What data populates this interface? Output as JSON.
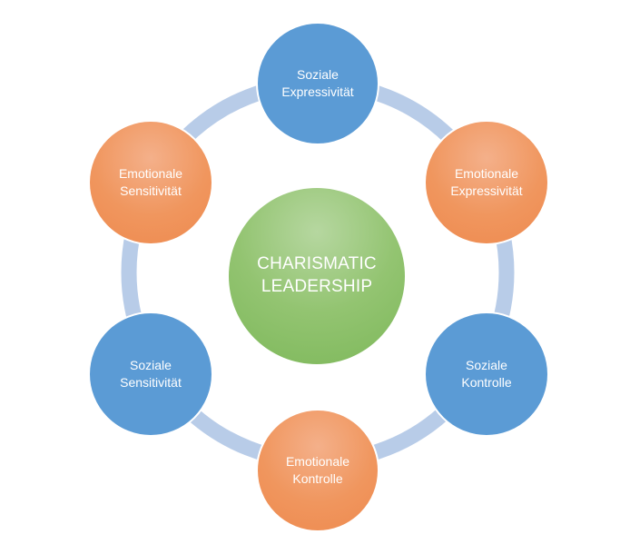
{
  "diagram": {
    "center": {
      "label": "CHARISMATIC\nLEADERSHIP"
    },
    "nodes": [
      {
        "id": "soziale-expressivitaet",
        "label": "Soziale\nExpressivität",
        "color": "#5b9bd5"
      },
      {
        "id": "emotionale-expressivitaet",
        "label": "Emotionale\nExpressivität",
        "color": "#f0965e"
      },
      {
        "id": "soziale-kontrolle",
        "label": "Soziale\nKontrolle",
        "color": "#5b9bd5"
      },
      {
        "id": "emotionale-kontrolle",
        "label": "Emotionale\nKontrolle",
        "color": "#f0965e"
      },
      {
        "id": "soziale-sensitivitaet",
        "label": "Soziale\nSensitivität",
        "color": "#5b9bd5"
      },
      {
        "id": "emotionale-sensitivitaet",
        "label": "Emotionale\nSensitivität",
        "color": "#f0965e"
      }
    ],
    "ring_color": "#b8cce8",
    "center_color": "#8fc26c"
  }
}
